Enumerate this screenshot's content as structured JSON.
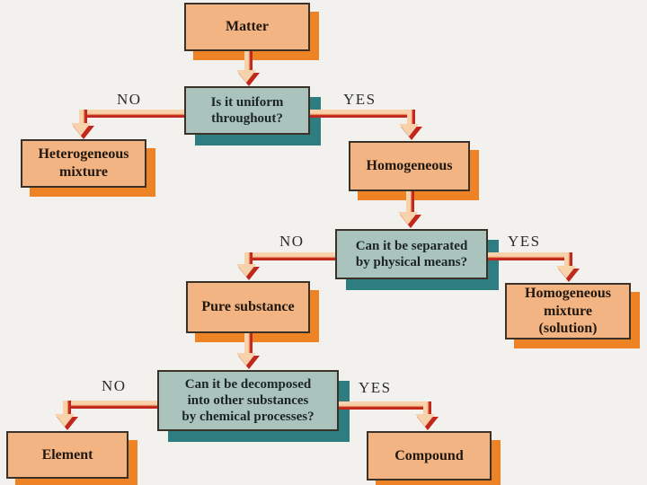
{
  "title": "Classification of matter flowchart",
  "colors": {
    "background": "#f2f1ed",
    "terminal_fill": "#f3b483",
    "terminal_shadow": "#ee8325",
    "decision_fill": "#abc3bd",
    "decision_shadow": "#2e7d80",
    "box_border": "#3a3228",
    "arrow_light": "#f8d2aa",
    "arrow_red": "#c2271d",
    "text": "#20180f"
  },
  "nodes": {
    "matter": {
      "label": "Matter",
      "type": "terminal"
    },
    "uniform_question": {
      "label": "Is it uniform\nthroughout?",
      "type": "decision"
    },
    "heterogeneous": {
      "label": "Heterogeneous\nmixture",
      "type": "terminal"
    },
    "homogeneous": {
      "label": "Homogeneous",
      "type": "terminal"
    },
    "separate_question": {
      "label": "Can it be separated\nby physical means?",
      "type": "decision"
    },
    "pure_substance": {
      "label": "Pure substance",
      "type": "terminal"
    },
    "homogeneous_mixture": {
      "label": "Homogeneous\nmixture\n(solution)",
      "type": "terminal"
    },
    "decompose_question": {
      "label": "Can it be decomposed\ninto other substances\nby chemical processes?",
      "type": "decision"
    },
    "element": {
      "label": "Element",
      "type": "terminal"
    },
    "compound": {
      "label": "Compound",
      "type": "terminal"
    }
  },
  "edge_labels": {
    "uniform_no": "NO",
    "uniform_yes": "YES",
    "separate_no": "NO",
    "separate_yes": "YES",
    "decompose_no": "NO",
    "decompose_yes": "YES"
  }
}
